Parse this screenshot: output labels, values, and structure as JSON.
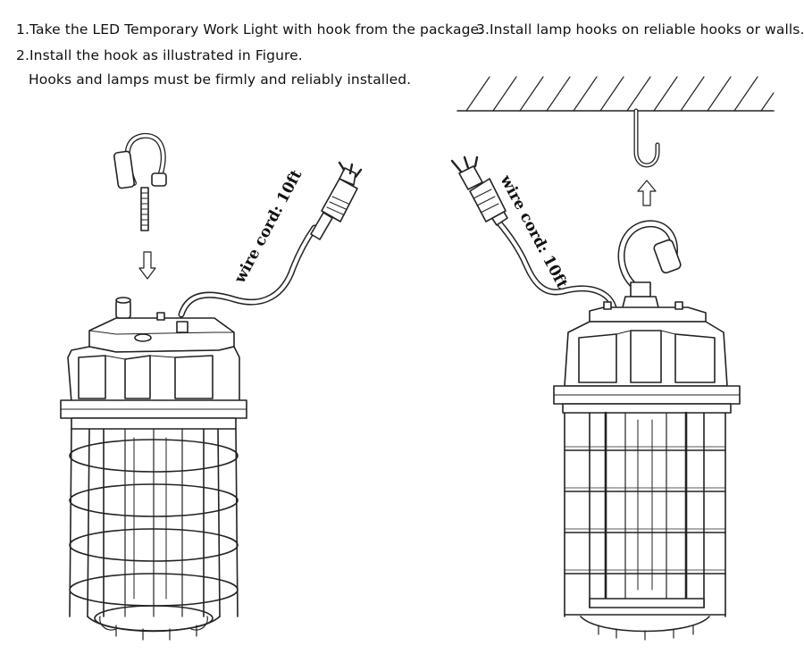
{
  "instructions": {
    "step1": "1.Take the LED Temporary Work Light with hook from the package.",
    "step2": "2.Install the hook as illustrated in Figure.",
    "step2_note": "Hooks and lamps must be firmly and reliably installed.",
    "step3": "3.Install lamp hooks on reliable hooks or walls."
  },
  "labels": {
    "cord_left": "wire cord: 10ft",
    "cord_right": "wire cord: 10ft"
  },
  "colors": {
    "line": "#222222",
    "background": "#ffffff"
  }
}
